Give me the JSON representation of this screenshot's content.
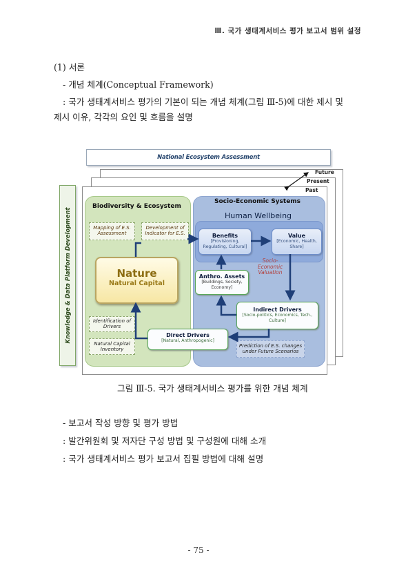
{
  "header": {
    "running_title": "Ⅲ. 국가 생태계서비스 평가 보고서 범위 설정"
  },
  "body": {
    "section_heading": "(1) 서론",
    "bullet1": "- 개념 체계(Conceptual  Framework)",
    "desc1_line1": ": 국가 생태계서비스 평가의 기본이 되는 개념 체계(그림 Ⅲ-5)에 대한 제시 및",
    "desc1_line2": "제시 이유, 각각의 요인 및 흐름을 설명",
    "bullet2": "- 보고서 작성 방향 및 평가 방법",
    "desc2": ": 발간위원회 및 저자단 구성 방법 및 구성원에 대해 소개",
    "desc3": ": 국가 생태계서비스 평가 보고서 집필 방법에 대해 설명"
  },
  "figure": {
    "top_bar": "National Ecosystem Assessment",
    "side_bar": "Knowledge & Data Platform Development",
    "time_labels": {
      "future": "Future",
      "present": "Present",
      "past": "Past"
    },
    "left_panel": {
      "title": "Biodiversity & Ecosystem",
      "mapping": "Mapping of E.S. Assessment",
      "development": "Development of Indicator for E.S.",
      "nature_title": "Nature",
      "nature_sub": "Natural Capital",
      "identification": "Identification of Drivers",
      "inventory": "Natural Capital Inventory"
    },
    "right_panel": {
      "title": "Socio-Economic Systems",
      "human_wellbeing": "Human Wellbeing",
      "benefits_title": "Benefits",
      "benefits_sub": "[Provisioning, Regulating, Cultural]",
      "value_title": "Value",
      "value_sub": "[Economic, Health, Share]",
      "anthro_title": "Anthro. Assets",
      "anthro_sub": "[Buildings, Society, Economy]",
      "socio_valuation": "Socio-Economic Valuation",
      "indirect_title": "Indirect Drivers",
      "indirect_sub": "[Socio-politics, Economics, Tech., Culture]",
      "prediction": "Prediction of E.S. changes under Future Scenarios"
    },
    "direct_title": "Direct Drivers",
    "direct_sub": "[Natural, Anthropogenic]",
    "caption": "그림 Ⅲ-5. 국가 생태계서비스 평가를 위한 개념 체계"
  },
  "footer": {
    "page_number": "- 75 -"
  },
  "colors": {
    "left_panel_bg": "#d3e5bd",
    "right_panel_bg": "#a9bedf",
    "human_wellbeing_bg": "#8eaadb",
    "arrow": "#1f3f78",
    "nature_text": "#8c6d12",
    "socio_valuation_text": "#b2403d"
  }
}
